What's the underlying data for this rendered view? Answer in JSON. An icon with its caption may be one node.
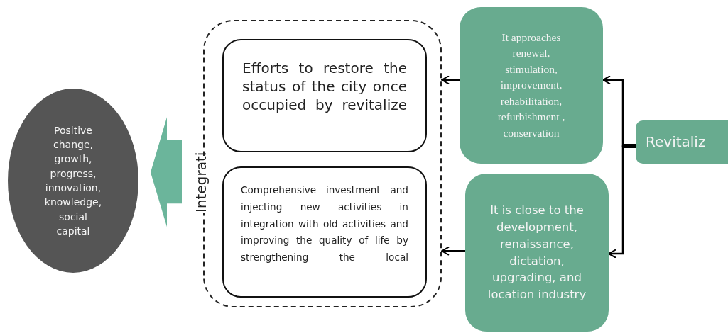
{
  "diagram": {
    "nodes": [
      {
        "text": [
          "Integrati"
        ]
      },
      {
        "text": [
          "Efforts to restore the status of the city once occupied by revitalize"
        ],
        "in": 0
      },
      {
        "text": [
          "Comprehensive investment and injecting new activities in integration with old activities and improving the quality of life by strengthening the local"
        ],
        "in": 0
      },
      {
        "text": [
          "It approaches renewal, stimulation, improvement, rehabilitation, refurbishment , conservation"
        ]
      },
      {
        "text": [
          "It is close to the development, renaissance, dictation, upgrading, and location industry"
        ]
      },
      {
        "text": [
          "Revitaliz"
        ]
      },
      {
        "text": [
          "Positive change, growth, progress, innovation, knowledge, social capital"
        ]
      }
    ],
    "edges": [
      {
        "from": 5,
        "to": 3,
        "arrow": "to"
      },
      {
        "from": 5,
        "to": 4,
        "arrow": "to"
      },
      {
        "from": 3,
        "to": 0,
        "arrow": "to"
      },
      {
        "from": 4,
        "to": 0,
        "arrow": "to"
      },
      {
        "from": 0,
        "to": 6,
        "arrow": "to",
        "style": "thick",
        "color": "#6bb59b"
      }
    ]
  }
}
